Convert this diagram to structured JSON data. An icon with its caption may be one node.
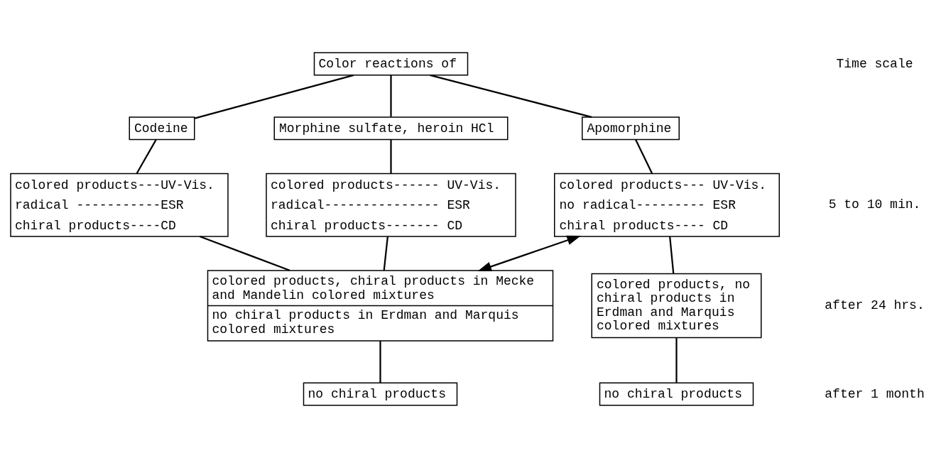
{
  "diagram": {
    "nodes": [
      {
        "text": [
          "Color reactions of"
        ]
      },
      {
        "text": [
          "Codeine"
        ]
      },
      {
        "text": [
          "Morphine sulfate, heroin HCl"
        ]
      },
      {
        "text": [
          "Apomorphine"
        ]
      },
      {
        "text": [
          "colored products---UV-Vis.",
          "radical -----------ESR",
          "chiral products----CD"
        ]
      },
      {
        "text": [
          "colored products------ UV-Vis.",
          "radical--------------- ESR",
          "chiral products------- CD"
        ]
      },
      {
        "text": [
          "colored products--- UV-Vis.",
          "no radical--------- ESR",
          "chiral products---- CD"
        ]
      },
      {
        "text": [
          "colored products, chiral products in Mecke and Mandelin colored mixtures",
          "no chiral products in Erdman and Marquis colored mixtures"
        ]
      },
      {
        "text": [
          "colored products, no chiral products in Erdman and Marquis colored mixtures"
        ]
      },
      {
        "text": [
          "no chiral products"
        ]
      },
      {
        "text": [
          "no chiral products"
        ]
      }
    ],
    "edges": [
      {
        "from": 0,
        "to": 1,
        "arrow": "none"
      },
      {
        "from": 0,
        "to": 2,
        "arrow": "none"
      },
      {
        "from": 0,
        "to": 3,
        "arrow": "none"
      },
      {
        "from": 1,
        "to": 4,
        "arrow": "none"
      },
      {
        "from": 2,
        "to": 5,
        "arrow": "none"
      },
      {
        "from": 3,
        "to": 6,
        "arrow": "none"
      },
      {
        "from": 4,
        "to": 7,
        "arrow": "none"
      },
      {
        "from": 5,
        "to": 7,
        "arrow": "none"
      },
      {
        "from": 6,
        "to": 7,
        "arrow": "both"
      },
      {
        "from": 6,
        "to": 8,
        "arrow": "none"
      },
      {
        "from": 7,
        "to": 9,
        "arrow": "none"
      },
      {
        "from": 8,
        "to": 10,
        "arrow": "none"
      }
    ],
    "labels": [
      "Time scale",
      "5 to 10 min.",
      "after 24 hrs.",
      "after 1 month"
    ]
  }
}
